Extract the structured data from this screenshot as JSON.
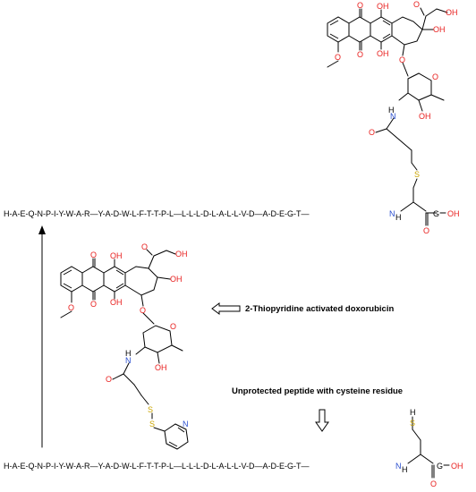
{
  "captions": {
    "reagent": "2-Thiopyridine activated doxorubicin",
    "peptide": "Unprotected peptide with cysteine residue"
  },
  "sequence": {
    "n_terminus": "H",
    "residues": "A-E-Q-N-P-I-Y-W-A-R—Y-A-D-W-L-F-T-T-P-L—L-L-L-D-L-A-L-L-V-D—A-D-E-G-T",
    "nh": "N",
    "nh_h": "H",
    "c_end": "G",
    "oh": "OH",
    "o": "O"
  },
  "atoms": {
    "O": "O",
    "OH": "OH",
    "N": "N",
    "S": "S",
    "H": "H"
  },
  "colors": {
    "oxygen": "#e8201f",
    "nitrogen": "#2b4fcf",
    "sulfur": "#c9a400",
    "bond": "#000000"
  }
}
